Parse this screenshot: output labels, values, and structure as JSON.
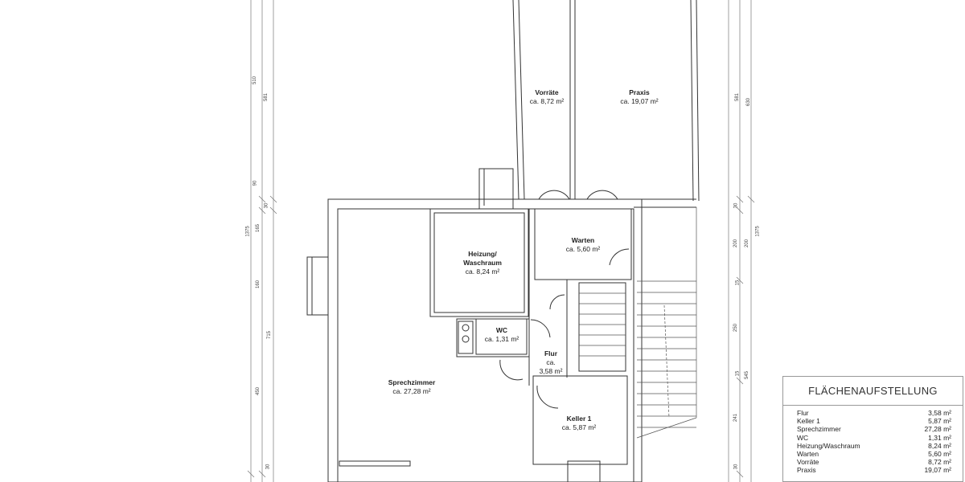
{
  "rooms": [
    {
      "id": "vorraete",
      "name": "Vorräte",
      "area": "ca. 8,72 m²"
    },
    {
      "id": "praxis",
      "name": "Praxis",
      "area": "ca. 19,07 m²"
    },
    {
      "id": "heizung",
      "name": "Heizung/ Waschraum",
      "area": "ca. 8,24 m²"
    },
    {
      "id": "warten",
      "name": "Warten",
      "area": "ca. 5,60 m²"
    },
    {
      "id": "wc",
      "name": "WC",
      "area": "ca. 1,31 m²"
    },
    {
      "id": "flur",
      "name": "Flur",
      "area": "ca. 3,58 m²"
    },
    {
      "id": "sprechzimmer",
      "name": "Sprechzimmer",
      "area": "ca. 27,28 m²"
    },
    {
      "id": "keller1",
      "name": "Keller 1",
      "area": "ca. 5,87 m²"
    }
  ],
  "dimensions_left": [
    "510",
    "581",
    "90",
    "30",
    "1375",
    "165",
    "160",
    "715",
    "450",
    "30"
  ],
  "dimensions_right": [
    "581",
    "630",
    "30",
    "200",
    "200",
    "1375",
    "15",
    "250",
    "15",
    "545",
    "241",
    "30"
  ],
  "schedule": {
    "title": "FLÄCHENAUFSTELLUNG",
    "rows": [
      {
        "name": "Flur",
        "area": "3,58 m²"
      },
      {
        "name": "Keller 1",
        "area": "5,87 m²"
      },
      {
        "name": "Sprechzimmer",
        "area": "27,28 m²"
      },
      {
        "name": "WC",
        "area": "1,31 m²"
      },
      {
        "name": "Heizung/Waschraum",
        "area": "8,24 m²"
      },
      {
        "name": "Warten",
        "area": "5,60 m²"
      },
      {
        "name": "Vorräte",
        "area": "8,72 m²"
      },
      {
        "name": "Praxis",
        "area": "19,07 m²"
      }
    ]
  }
}
